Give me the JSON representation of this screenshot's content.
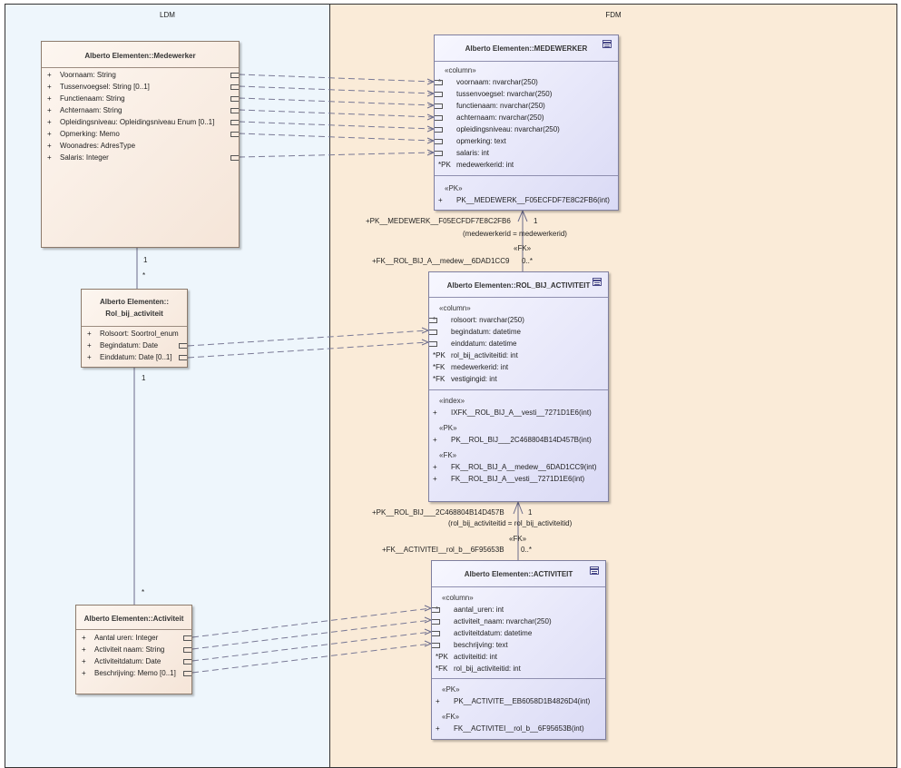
{
  "lanes": {
    "ldm": "LDM",
    "fdm": "FDM"
  },
  "ldm": {
    "medewerker": {
      "title": "Alberto Elementen::Medewerker",
      "attrs": [
        "Voornaam: String",
        "Tussenvoegsel: String [0..1]",
        "Functienaam: String",
        "Achternaam: String",
        "Opleidingsniveau: Opleidingsniveau Enum [0..1]",
        "Opmerking: Memo",
        "Woonadres: AdresType",
        "Salaris: Integer"
      ]
    },
    "rol": {
      "title_line1": "Alberto Elementen::",
      "title_line2": "Rol_bij_activiteit",
      "attrs": [
        "Rolsoort: Soortrol_enum",
        "Begindatum: Date",
        "Einddatum: Date [0..1]"
      ]
    },
    "activiteit": {
      "title": "Alberto Elementen::Activiteit",
      "attrs": [
        "Aantal uren: Integer",
        "Activiteit naam: String",
        "Activiteitdatum: Date",
        "Beschrijving: Memo [0..1]"
      ]
    },
    "visibility": "+",
    "mult": {
      "med_end": "1",
      "rol_top": "*",
      "rol_bottom": "1",
      "act_top": "*"
    }
  },
  "fdm": {
    "medewerker": {
      "title": "Alberto Elementen::MEDEWERKER",
      "column_stereo": "«column»",
      "columns": [
        {
          "flag": "*",
          "text": "voornaam: nvarchar(250)"
        },
        {
          "flag": "",
          "text": "tussenvoegsel: nvarchar(250)"
        },
        {
          "flag": "",
          "text": "functienaam: nvarchar(250)"
        },
        {
          "flag": "",
          "text": "achternaam: nvarchar(250)"
        },
        {
          "flag": "",
          "text": "opleidingsniveau: nvarchar(250)"
        },
        {
          "flag": "",
          "text": "opmerking: text"
        },
        {
          "flag": "",
          "text": "salaris: int"
        },
        {
          "flag": "*PK",
          "text": "medewerkerid: int"
        }
      ],
      "ops": [
        {
          "stereo": "«PK»",
          "rows": [
            "PK__MEDEWERK__F05ECFDF7E8C2FB6(int)"
          ]
        }
      ]
    },
    "rol": {
      "title": "Alberto Elementen::ROL_BIJ_ACTIVITEIT",
      "column_stereo": "«column»",
      "columns": [
        {
          "flag": "*",
          "text": "rolsoort: nvarchar(250)"
        },
        {
          "flag": "",
          "text": "begindatum: datetime"
        },
        {
          "flag": "",
          "text": "einddatum: datetime"
        },
        {
          "flag": "*PK",
          "text": "rol_bij_activiteitid: int"
        },
        {
          "flag": "*FK",
          "text": "medewerkerid: int"
        },
        {
          "flag": "*FK",
          "text": "vestigingid: int"
        }
      ],
      "ops": [
        {
          "stereo": "«index»",
          "rows": [
            "IXFK__ROL_BIJ_A__vesti__7271D1E6(int)"
          ]
        },
        {
          "stereo": "«PK»",
          "rows": [
            "PK__ROL_BIJ___2C468804B14D457B(int)"
          ]
        },
        {
          "stereo": "«FK»",
          "rows": [
            "FK__ROL_BIJ_A__medew__6DAD1CC9(int)",
            "FK__ROL_BIJ_A__vesti__7271D1E6(int)"
          ]
        }
      ]
    },
    "activiteit": {
      "title": "Alberto Elementen::ACTIVITEIT",
      "column_stereo": "«column»",
      "columns": [
        {
          "flag": "*",
          "text": "aantal_uren: int"
        },
        {
          "flag": "",
          "text": "activiteit_naam: nvarchar(250)"
        },
        {
          "flag": "",
          "text": "activiteitdatum: datetime"
        },
        {
          "flag": "",
          "text": "beschrijving: text"
        },
        {
          "flag": "*PK",
          "text": "activiteitid: int"
        },
        {
          "flag": "*FK",
          "text": "rol_bij_activiteitid: int"
        }
      ],
      "ops": [
        {
          "stereo": "«PK»",
          "rows": [
            "PK__ACTIVITE__EB6058D1B4826D4(int)"
          ]
        },
        {
          "stereo": "«FK»",
          "rows": [
            "FK__ACTIVITEI__rol_b__6F95653B(int)"
          ]
        }
      ]
    },
    "op_visibility": "+",
    "rel1": {
      "pk_label": "+PK__MEDEWERK__F05ECFDF7E8C2FB6",
      "pk_mult": "1",
      "condition": "(medewerkerid = medewerkerid)",
      "stereo": "«FK»",
      "fk_label": "+FK__ROL_BIJ_A__medew__6DAD1CC9",
      "fk_mult": "0..*"
    },
    "rel2": {
      "pk_label": "+PK__ROL_BIJ___2C468804B14D457B",
      "pk_mult": "1",
      "condition": "(rol_bij_activiteitid = rol_bij_activiteitid)",
      "stereo": "«FK»",
      "fk_label": "+FK__ACTIVITEI__rol_b__6F95653B",
      "fk_mult": "0..*"
    }
  },
  "colors": {
    "ldm_lane": "#eef6fc",
    "fdm_lane": "#faebd8",
    "wire": "#6b6b8a"
  }
}
